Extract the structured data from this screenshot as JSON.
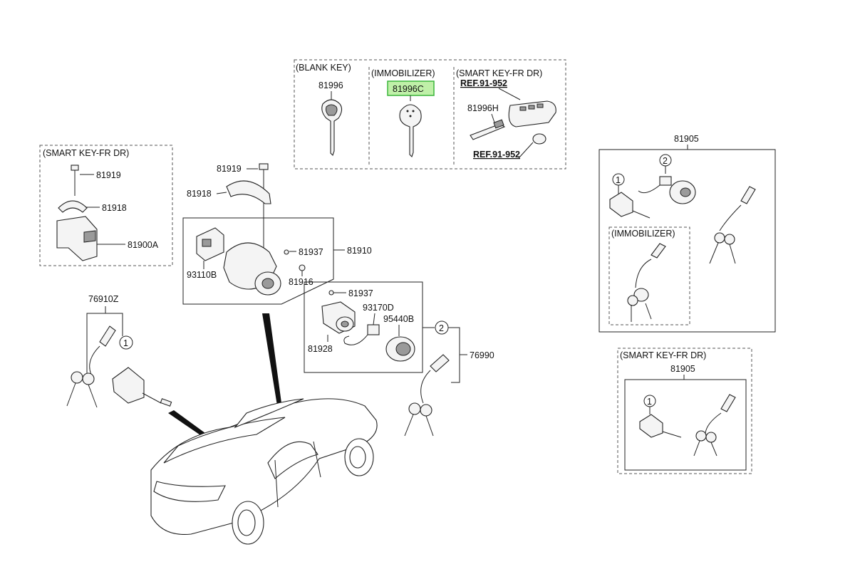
{
  "highlight_color": "#3bb53b",
  "highlight_fill": "#bff0a8",
  "groups": {
    "blank_key": "(BLANK KEY)",
    "immobilizer": "(IMMOBILIZER)",
    "smart_key_fr_dr": "(SMART KEY-FR DR)"
  },
  "refs": {
    "ref1": "REF.91-952",
    "ref2": "REF.91-952"
  },
  "callouts": {
    "one": "1",
    "two": "2"
  },
  "parts": {
    "p81996": "81996",
    "p81996C": "81996C",
    "p81996H": "81996H",
    "p81919": "81919",
    "p81918": "81918",
    "p81900A": "81900A",
    "p81910": "81910",
    "p81937": "81937",
    "p93110B": "93110B",
    "p81916": "81916",
    "p93170D": "93170D",
    "p95440B": "95440B",
    "p81928": "81928",
    "p76910Z": "76910Z",
    "p76990": "76990",
    "p81905": "81905"
  }
}
